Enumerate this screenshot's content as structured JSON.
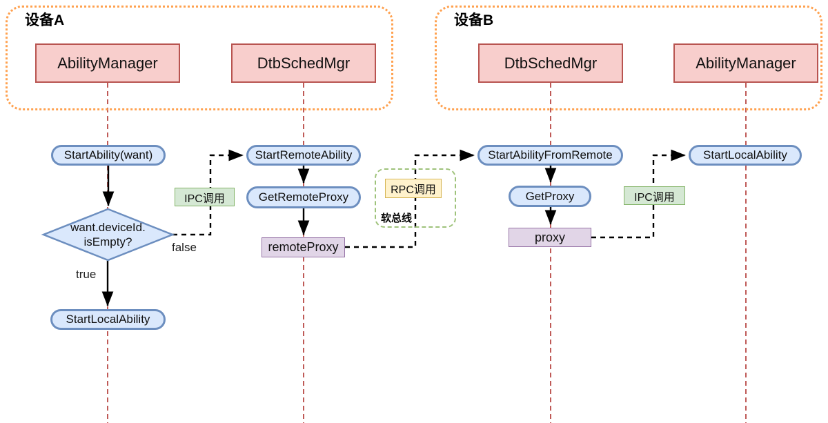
{
  "devices": [
    {
      "title": "设备A",
      "actors": [
        "AbilityManager",
        "DtbSchedMgr"
      ]
    },
    {
      "title": "设备B",
      "actors": [
        "DtbSchedMgr",
        "AbilityManager"
      ]
    }
  ],
  "flow_nodes": {
    "start_ability": "StartAbility(want)",
    "decision": {
      "line1": "want.deviceId.",
      "line2": "isEmpty?"
    },
    "start_local_ability_a": "StartLocalAbility",
    "start_remote_ability": "StartRemoteAbility",
    "get_remote_proxy": "GetRemoteProxy",
    "remote_proxy": "remoteProxy",
    "start_ability_from_remote": "StartAbilityFromRemote",
    "get_proxy": "GetProxy",
    "proxy": "proxy",
    "start_local_ability_b": "StartLocalAbility"
  },
  "branch_labels": {
    "true_label": "true",
    "false_label": "false"
  },
  "edge_labels": {
    "ipc_call_left": "IPC调用",
    "rpc_call": "RPC调用",
    "soft_bus": "软总线",
    "ipc_call_right": "IPC调用"
  },
  "colors": {
    "actor_fill": "#f8cecc",
    "actor_border": "#b85450",
    "process_fill": "#dae8fc",
    "process_border": "#6c8ebf",
    "object_fill": "#e1d5e7",
    "object_border": "#9673a6",
    "ipc_fill": "#d5e8d4",
    "ipc_border": "#82b366",
    "rpc_fill": "#fff2cc",
    "rpc_border": "#d6b656",
    "device_border": "#ffa14f",
    "lifeline": "#bf5a57",
    "softbus_border": "#9ec27a",
    "arrow": "#000000"
  }
}
